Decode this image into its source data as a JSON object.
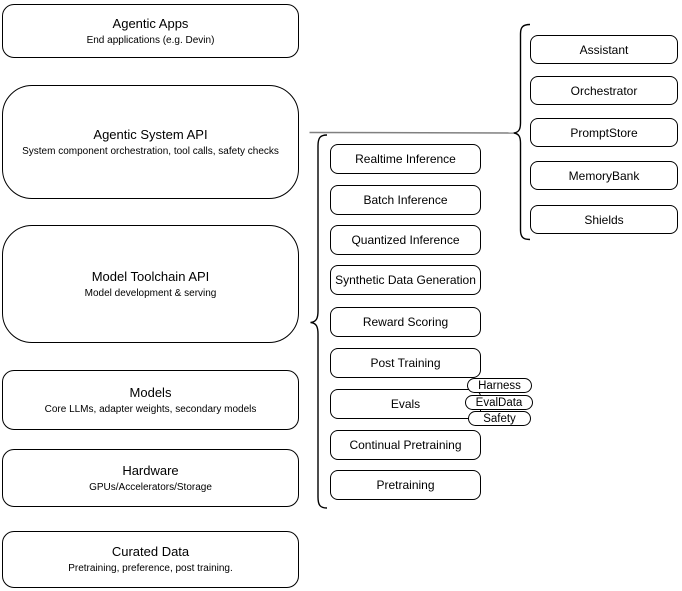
{
  "page": {
    "background": "#ffffff",
    "stroke_color": "#000000",
    "connector_color": "#808080"
  },
  "left_column": [
    {
      "title": "Agentic Apps",
      "subtitle": "End applications (e.g. Devin)"
    },
    {
      "title": "Agentic System API",
      "subtitle": "System component orchestration, tool calls, safety checks"
    },
    {
      "title": "Model Toolchain API",
      "subtitle": "Model development & serving"
    },
    {
      "title": "Models",
      "subtitle": "Core LLMs, adapter weights, secondary models"
    },
    {
      "title": "Hardware",
      "subtitle": "GPUs/Accelerators/Storage"
    },
    {
      "title": "Curated Data",
      "subtitle": "Pretraining, preference, post training."
    }
  ],
  "toolchain_services": [
    "Realtime Inference",
    "Batch Inference",
    "Quantized Inference",
    "Synthetic Data Generation",
    "Reward Scoring",
    "Post Training",
    "Evals",
    "Continual Pretraining",
    "Pretraining"
  ],
  "evals_tags": [
    "Harness",
    "EvalData",
    "Safety"
  ],
  "system_components": [
    "Assistant",
    "Orchestrator",
    "PromptStore",
    "MemoryBank",
    "Shields"
  ]
}
